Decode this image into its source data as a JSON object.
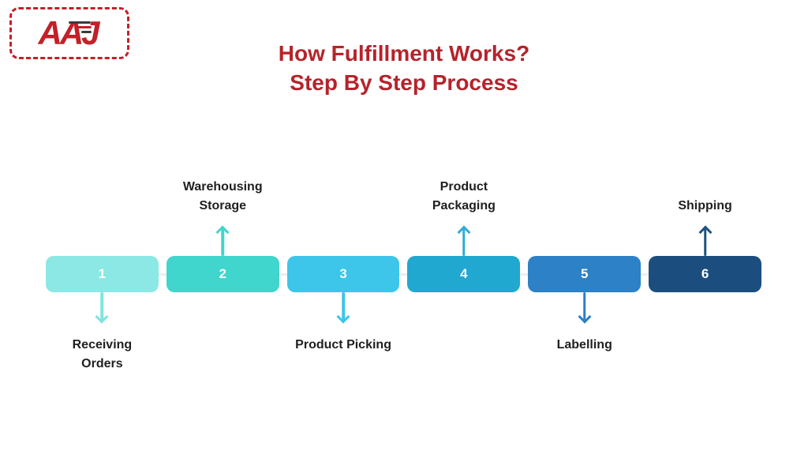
{
  "logo": {
    "text": "AAJ",
    "color": "#c32028"
  },
  "title": {
    "line1": "How Fulfillment Works?",
    "line2": "Step By Step Process",
    "color": "#b5232b"
  },
  "steps": [
    {
      "number": "1",
      "label_line1": "Receiving",
      "label_line2": "Orders",
      "position": "below",
      "box_color": "#8be8e4",
      "arrow_color": "#7ee4e0"
    },
    {
      "number": "2",
      "label_line1": "Warehousing",
      "label_line2": "Storage",
      "position": "above",
      "box_color": "#40d5cd",
      "arrow_color": "#40d5cd"
    },
    {
      "number": "3",
      "label_line1": "Product Picking",
      "label_line2": "",
      "position": "below",
      "box_color": "#3dc5ea",
      "arrow_color": "#3dc5ea"
    },
    {
      "number": "4",
      "label_line1": "Product",
      "label_line2": "Packaging",
      "position": "above",
      "box_color": "#21a8d1",
      "arrow_color": "#2fabd6"
    },
    {
      "number": "5",
      "label_line1": "Labelling",
      "label_line2": "",
      "position": "below",
      "box_color": "#2d81c6",
      "arrow_color": "#2b7fc4"
    },
    {
      "number": "6",
      "label_line1": "Shipping",
      "label_line2": "",
      "position": "above",
      "box_color": "#1b4e7e",
      "arrow_color": "#1d5281"
    }
  ]
}
